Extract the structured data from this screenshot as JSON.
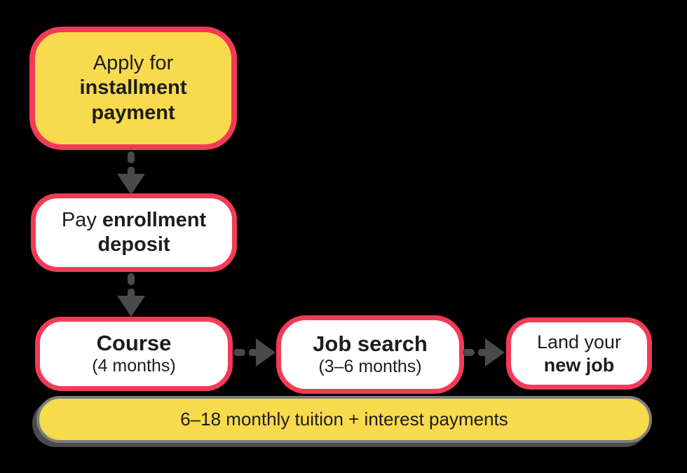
{
  "canvas": {
    "background": "#000000"
  },
  "colors": {
    "box_yellow": "#F8DA4D",
    "box_border_red": "#F23B57",
    "box_white": "#FFFFFF",
    "arrow_gray": "#4A4A4A",
    "banner_border_gray": "#7D7D7D",
    "text": "#1D1D1D"
  },
  "nodes": {
    "apply": {
      "line1": "Apply for",
      "line2": "installment",
      "line3": "payment"
    },
    "deposit": {
      "line1_regular": "Pay",
      "line1_bold": "enrollment",
      "line2_bold": "deposit"
    },
    "course": {
      "title": "Course",
      "subtitle": "(4 months)"
    },
    "job_search": {
      "title": "Job search",
      "subtitle": "(3–6 months)"
    },
    "land_job": {
      "line1": "Land your",
      "line2": "new job"
    }
  },
  "banner": {
    "label": "6–18 monthly tuition + interest payments"
  }
}
